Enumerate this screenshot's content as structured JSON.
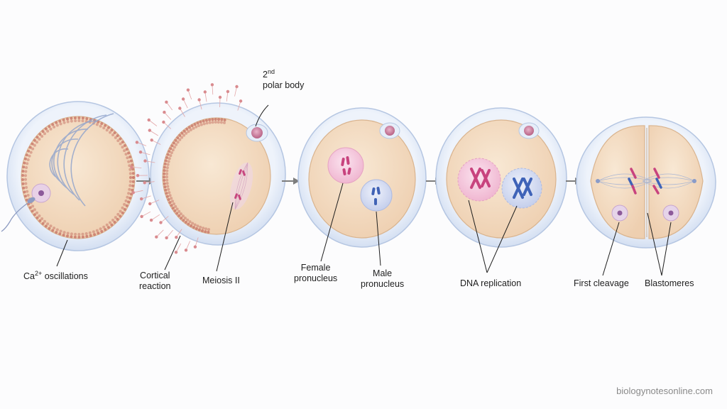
{
  "stages": [
    {
      "id": "ca",
      "label_main": "Ca",
      "label_sup": "2+",
      "label_tail": " oscillations"
    },
    {
      "id": "cortical",
      "label_line1": "Cortical",
      "label_line2": "reaction"
    },
    {
      "id": "meiosis",
      "label": "Meiosis II"
    },
    {
      "id": "polar",
      "label_sup": "nd",
      "label_num": "2",
      "label_line2": "polar body"
    },
    {
      "id": "female",
      "label_line1": "Female",
      "label_line2": "pronucleus"
    },
    {
      "id": "male",
      "label_line1": "Male",
      "label_line2": "pronucleus"
    },
    {
      "id": "dna",
      "label": "DNA replication"
    },
    {
      "id": "cleavage",
      "label": "First cleavage"
    },
    {
      "id": "blastomeres",
      "label": "Blastomeres"
    }
  ],
  "watermark": "biologynotesonline.com",
  "colors": {
    "zona": "#d6e2f3",
    "cytoplasm": "#f3ddc3",
    "granule": "#c97a6c",
    "female": "#d04a85",
    "male": "#3f63b8",
    "arrow": "#7d7d7d"
  }
}
